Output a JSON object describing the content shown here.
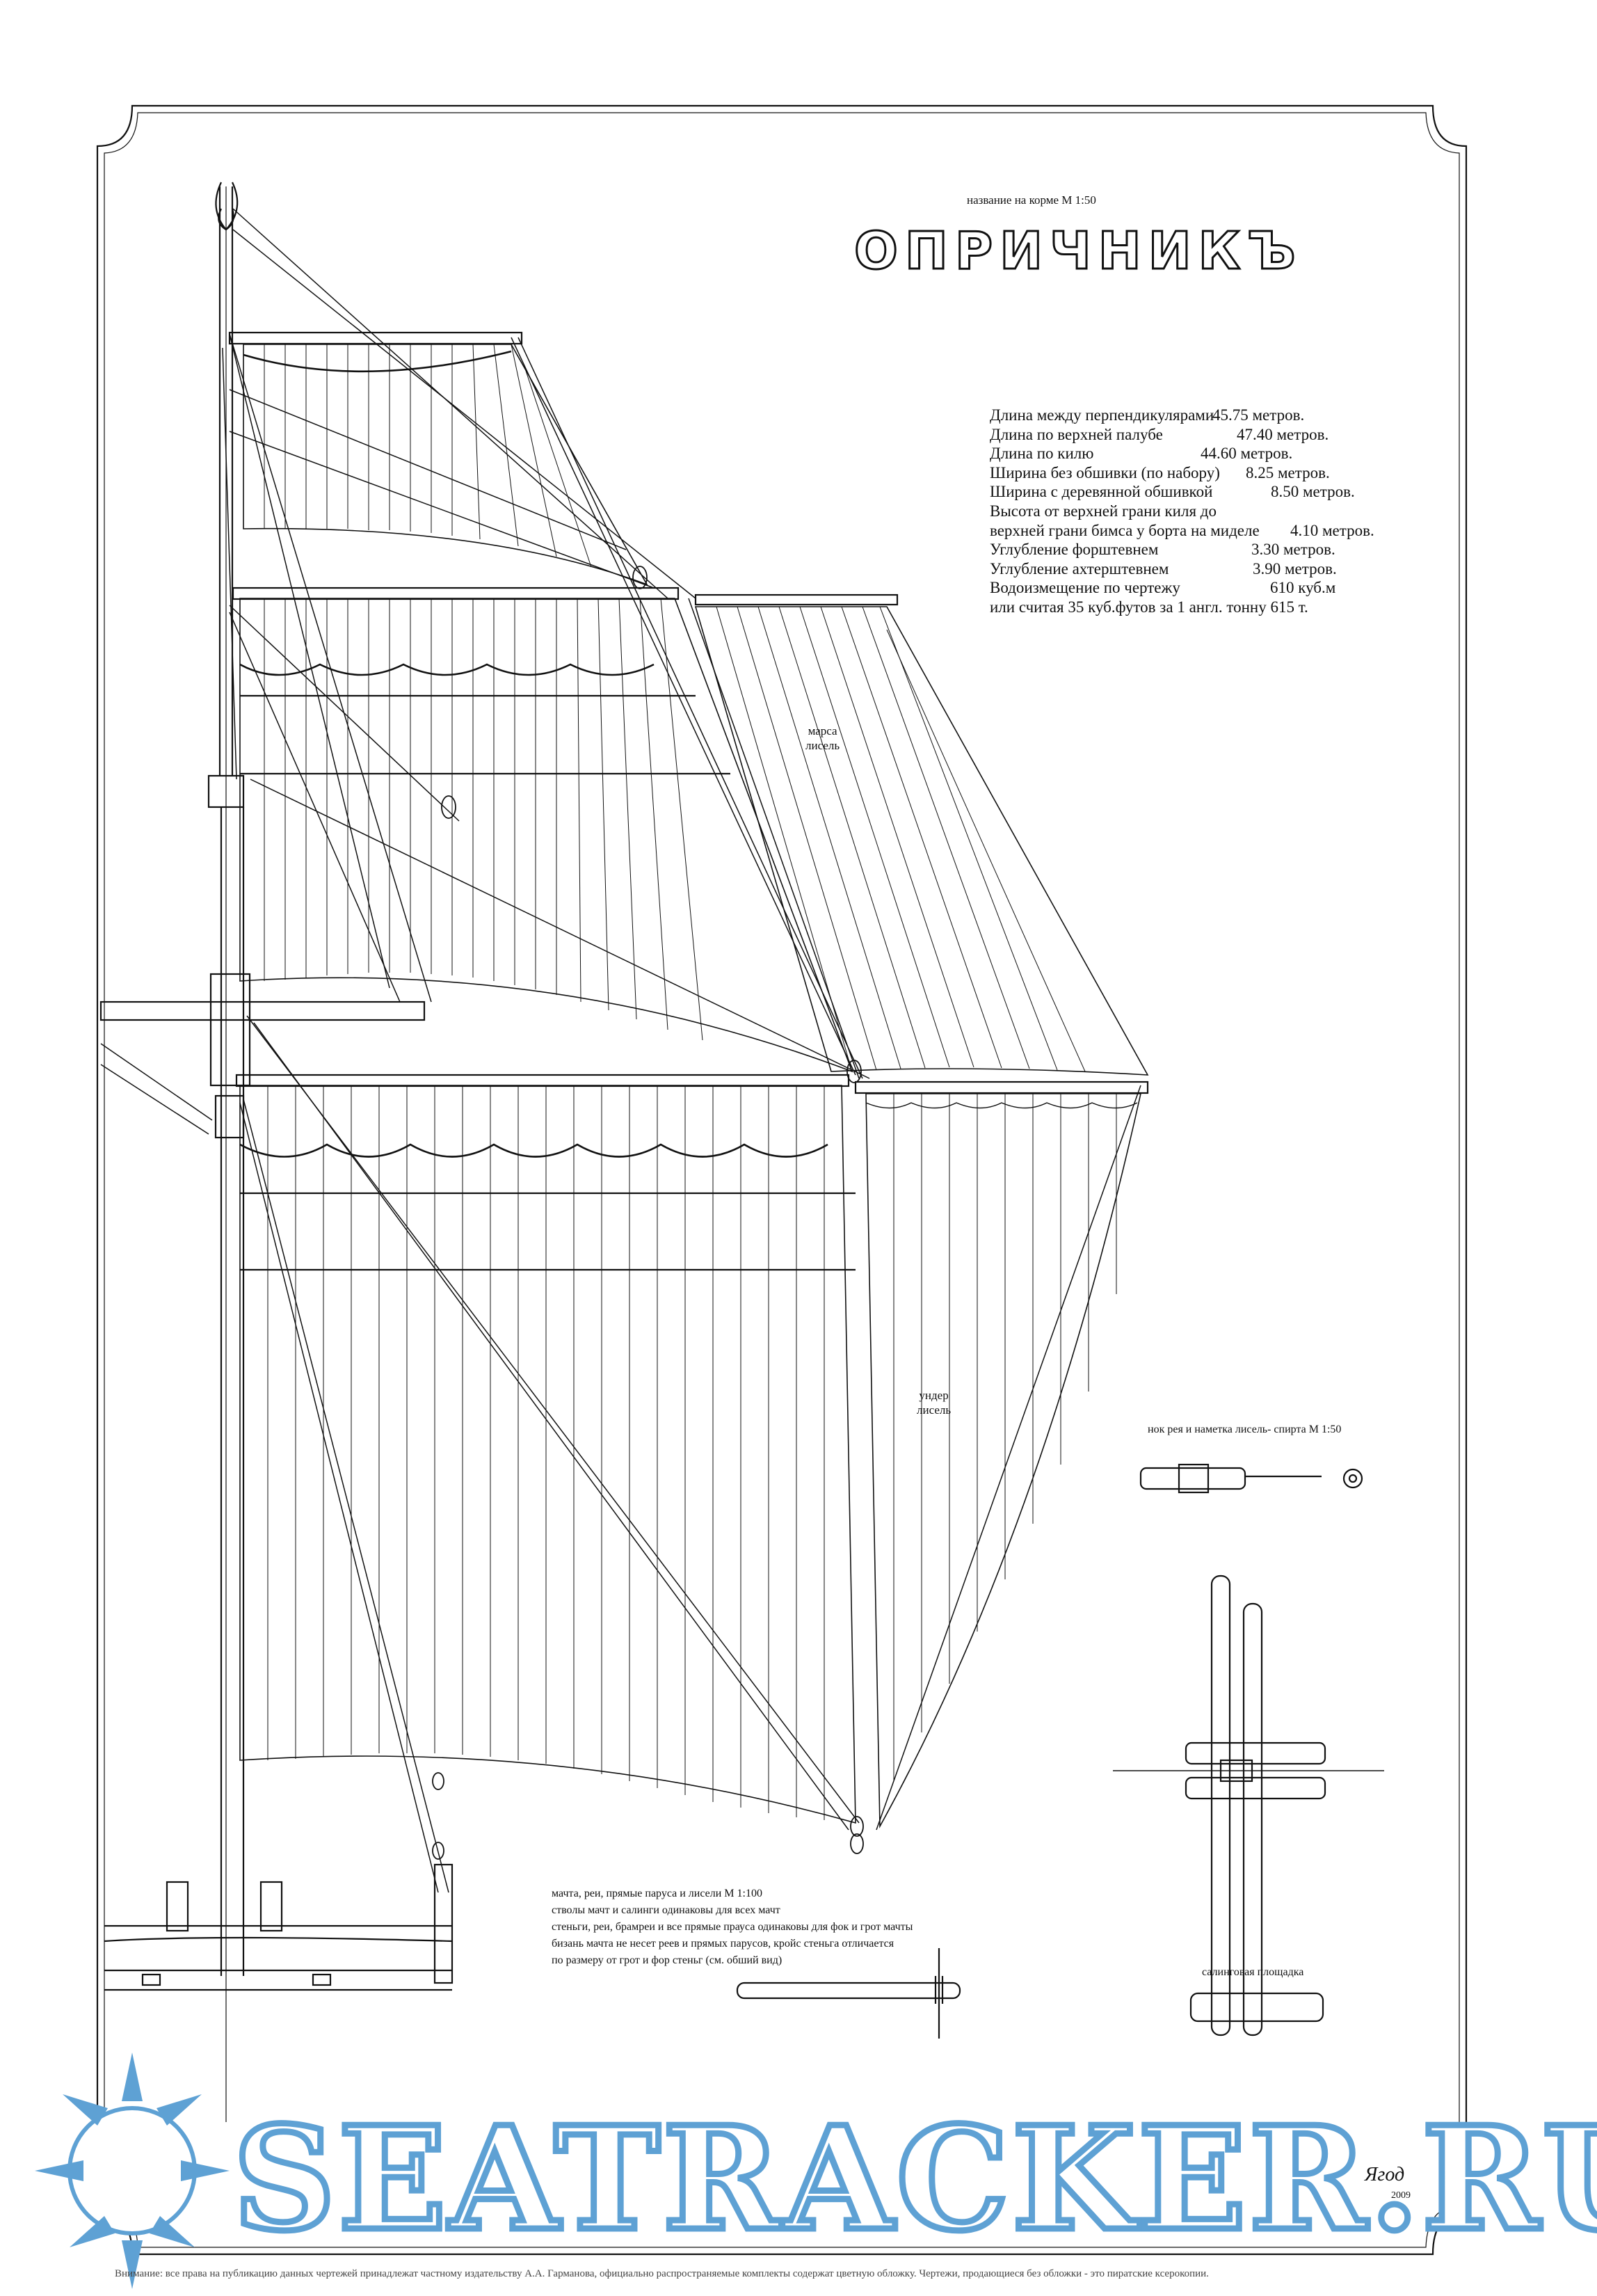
{
  "stern_caption": "название на корме М 1:50",
  "ship_name": "ОПРИЧНИКЪ",
  "specs": [
    {
      "label": "Длина между перпендикулярами",
      "value": "45.75 метров."
    },
    {
      "label": "Длина по верхней палубе",
      "value": "47.40 метров."
    },
    {
      "label": "Длина по килю",
      "value": "44.60 метров."
    },
    {
      "label": "Ширина без обшивки (по набору)",
      "value": "8.25 метров."
    },
    {
      "label": "Ширина с деревянной обшивкой",
      "value": "8.50 метров."
    },
    {
      "label": "Высота от верхней грани киля до",
      "value": ""
    },
    {
      "label": "верхней грани бимса у борта на миделе",
      "value": "4.10 метров."
    },
    {
      "label": "Углубление форштевнем",
      "value": "3.30 метров."
    },
    {
      "label": "Углубление ахтерштевнем",
      "value": "3.90 метров."
    },
    {
      "label": "Водоизмещение по чертежу",
      "value": "610 куб.м"
    },
    {
      "label": "или считая 35 куб.футов за 1 англ. тонну 615 т.",
      "value": ""
    }
  ],
  "sail_labels": {
    "topsail_studding": [
      "марса",
      "лисель"
    ],
    "lower_studding": [
      "ундер",
      "лисель"
    ]
  },
  "captions": {
    "yardarm_detail": "нок рея и наметка лисель- спирта М 1:50",
    "crosstrees": "салинговая площадка"
  },
  "notes": [
    "мачта, реи, прямые паруса и лисели М 1:100",
    "стволы мачт и салинги одинаковы для всех мачт",
    "стеньги, реи, брамреи и все прямые прауса одинаковы для фок и грот мачты",
    "бизань мачта не несет реев и прямых парусов, кройс стеньга отличается",
    "по размеру от грот и фор стеньг (см. обший вид)"
  ],
  "watermark": "SEATRACKER.RU",
  "copyright": "Внимание: все права на публикацию данных чертежей принадлежат частному издательству А.А. Гарманова, официально распространяемые комплекты содержат цветную обложку. Чертежи, продающиеся без обложки - это пиратские ксерокопии.",
  "signature": "Ягод",
  "signature_year": "2009",
  "colors": {
    "ink": "#111111",
    "watermark": "#5ea1d4"
  }
}
